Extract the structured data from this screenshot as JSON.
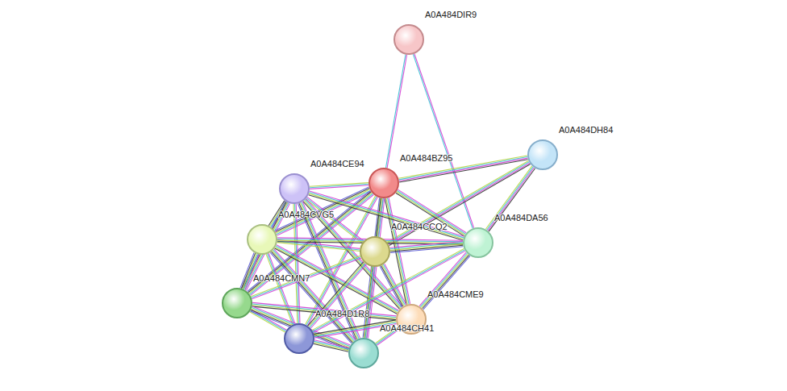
{
  "diagram": {
    "nodes": [
      {
        "text": [
          "A0A484DIR9"
        ]
      },
      {
        "text": [
          "A0A484DH84"
        ]
      },
      {
        "text": [
          "A0A484BZ95"
        ]
      },
      {
        "text": [
          "A0A484CE94"
        ]
      },
      {
        "text": [
          "A0A484CVG5"
        ]
      },
      {
        "text": [
          "A0A484DA56"
        ]
      },
      {
        "text": [
          "A0A484CCQ2"
        ]
      },
      {
        "text": [
          "A0A484CMN7"
        ]
      },
      {
        "text": [
          "A0A484CME9"
        ]
      },
      {
        "text": [
          "A0A484D1R8"
        ]
      },
      {
        "text": [
          "A0A484CH41"
        ]
      }
    ],
    "edges": [
      {
        "from": 0,
        "to": 2,
        "arrow": "none"
      },
      {
        "from": 0,
        "to": 5,
        "arrow": "none"
      },
      {
        "from": 1,
        "to": 2,
        "arrow": "none"
      },
      {
        "from": 1,
        "to": 5,
        "arrow": "none"
      },
      {
        "from": 1,
        "to": 6,
        "arrow": "none"
      },
      {
        "from": 2,
        "to": 3,
        "arrow": "none"
      },
      {
        "from": 2,
        "to": 4,
        "arrow": "none"
      },
      {
        "from": 2,
        "to": 5,
        "arrow": "none"
      },
      {
        "from": 2,
        "to": 6,
        "arrow": "none"
      },
      {
        "from": 2,
        "to": 7,
        "arrow": "none"
      },
      {
        "from": 2,
        "to": 8,
        "arrow": "none"
      },
      {
        "from": 2,
        "to": 9,
        "arrow": "none"
      },
      {
        "from": 2,
        "to": 10,
        "arrow": "none"
      },
      {
        "from": 3,
        "to": 4,
        "arrow": "none"
      },
      {
        "from": 3,
        "to": 6,
        "arrow": "none"
      },
      {
        "from": 3,
        "to": 7,
        "arrow": "none"
      },
      {
        "from": 3,
        "to": 8,
        "arrow": "none"
      },
      {
        "from": 3,
        "to": 9,
        "arrow": "none"
      },
      {
        "from": 3,
        "to": 10,
        "arrow": "none"
      },
      {
        "from": 3,
        "to": 5,
        "arrow": "none"
      },
      {
        "from": 4,
        "to": 6,
        "arrow": "none"
      },
      {
        "from": 4,
        "to": 7,
        "arrow": "none"
      },
      {
        "from": 4,
        "to": 8,
        "arrow": "none"
      },
      {
        "from": 4,
        "to": 9,
        "arrow": "none"
      },
      {
        "from": 4,
        "to": 10,
        "arrow": "none"
      },
      {
        "from": 4,
        "to": 5,
        "arrow": "none"
      },
      {
        "from": 6,
        "to": 7,
        "arrow": "none"
      },
      {
        "from": 6,
        "to": 8,
        "arrow": "none"
      },
      {
        "from": 6,
        "to": 9,
        "arrow": "none"
      },
      {
        "from": 6,
        "to": 10,
        "arrow": "none"
      },
      {
        "from": 6,
        "to": 5,
        "arrow": "none"
      },
      {
        "from": 7,
        "to": 8,
        "arrow": "none"
      },
      {
        "from": 7,
        "to": 9,
        "arrow": "none"
      },
      {
        "from": 7,
        "to": 10,
        "arrow": "none"
      },
      {
        "from": 8,
        "to": 9,
        "arrow": "none"
      },
      {
        "from": 8,
        "to": 10,
        "arrow": "none"
      },
      {
        "from": 8,
        "to": 5,
        "arrow": "none"
      },
      {
        "from": 9,
        "to": 10,
        "arrow": "none"
      },
      {
        "from": 5,
        "to": 9,
        "arrow": "none"
      }
    ]
  }
}
